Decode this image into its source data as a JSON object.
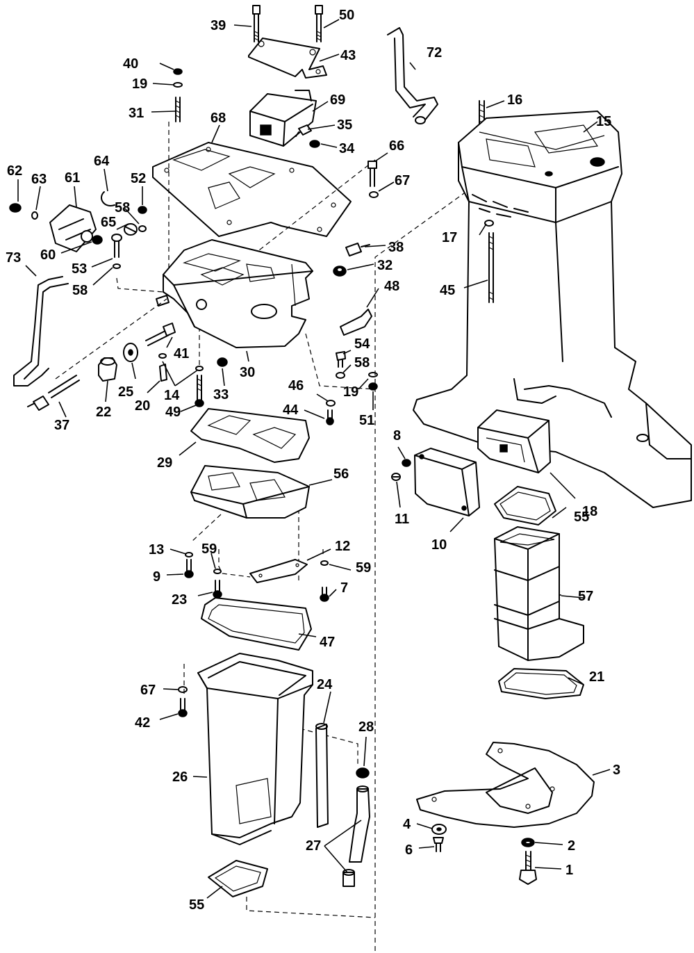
{
  "callouts": {
    "c1": "1",
    "c2": "2",
    "c3": "3",
    "c4": "4",
    "c6": "6",
    "c7": "7",
    "c8": "8",
    "c9": "9",
    "c10": "10",
    "c11": "11",
    "c12": "12",
    "c13": "13",
    "c14": "14",
    "c15": "15",
    "c16": "16",
    "c17": "17",
    "c18": "18",
    "c19a": "19",
    "c19b": "19",
    "c20": "20",
    "c21": "21",
    "c22": "22",
    "c23": "23",
    "c24": "24",
    "c25": "25",
    "c26": "26",
    "c27": "27",
    "c28": "28",
    "c29": "29",
    "c30": "30",
    "c31": "31",
    "c32": "32",
    "c33": "33",
    "c34": "34",
    "c35": "35",
    "c37": "37",
    "c38": "38",
    "c39": "39",
    "c40": "40",
    "c41": "41",
    "c42": "42",
    "c43": "43",
    "c44": "44",
    "c45": "45",
    "c46": "46",
    "c47": "47",
    "c48": "48",
    "c49": "49",
    "c50": "50",
    "c51": "51",
    "c52": "52",
    "c53": "53",
    "c54": "54",
    "c55a": "55",
    "c55b": "55",
    "c56": "56",
    "c57": "57",
    "c58a": "58",
    "c58b": "58",
    "c58c": "58",
    "c59a": "59",
    "c59b": "59",
    "c60": "60",
    "c61": "61",
    "c62": "62",
    "c63": "63",
    "c64": "64",
    "c65": "65",
    "c66": "66",
    "c67a": "67",
    "c67b": "67",
    "c68": "68",
    "c69": "69",
    "c72": "72",
    "c73": "73"
  }
}
